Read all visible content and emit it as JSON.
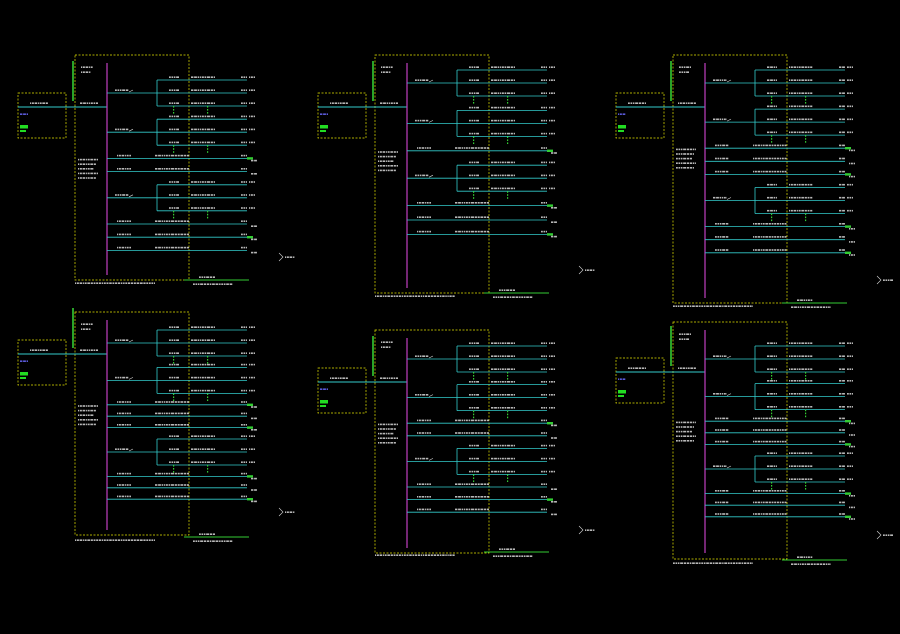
{
  "drawing": {
    "background": "#000000",
    "colors": {
      "boundary": "#e6e600",
      "bus": "#c040c0",
      "feeder": "#33cccc",
      "tag": "#33cc33",
      "text": "#d8d8d8",
      "incoming_fill": "#22dd22",
      "incoming_label": "#6a6aff"
    },
    "panels": [
      {
        "id": "panel-1",
        "has_vertical_tag": true,
        "branch_groups": [
          {
            "type": "fork",
            "taps": 3
          },
          {
            "type": "fork",
            "taps": 3
          },
          {
            "type": "single"
          },
          {
            "type": "single"
          },
          {
            "type": "fork",
            "taps": 3
          },
          {
            "type": "single"
          },
          {
            "type": "single"
          },
          {
            "type": "single"
          }
        ],
        "side_marks": 1
      },
      {
        "id": "panel-2",
        "has_vertical_tag": true,
        "branch_groups": [
          {
            "type": "fork",
            "taps": 3
          },
          {
            "type": "fork",
            "taps": 3
          },
          {
            "type": "single"
          },
          {
            "type": "fork",
            "taps": 3
          },
          {
            "type": "single"
          },
          {
            "type": "single"
          },
          {
            "type": "single"
          }
        ],
        "side_marks": 1
      },
      {
        "id": "panel-3",
        "has_vertical_tag": true,
        "branch_groups": [
          {
            "type": "fork",
            "taps": 3
          },
          {
            "type": "fork",
            "taps": 3
          },
          {
            "type": "single"
          },
          {
            "type": "single"
          },
          {
            "type": "single"
          },
          {
            "type": "fork",
            "taps": 3
          },
          {
            "type": "single"
          },
          {
            "type": "single"
          },
          {
            "type": "single"
          }
        ],
        "side_marks": 1
      },
      {
        "id": "panel-4",
        "has_vertical_tag": true,
        "branch_groups": [
          {
            "type": "fork",
            "taps": 3
          },
          {
            "type": "fork",
            "taps": 3
          },
          {
            "type": "single"
          },
          {
            "type": "single"
          },
          {
            "type": "single"
          },
          {
            "type": "fork",
            "taps": 3
          },
          {
            "type": "single"
          },
          {
            "type": "single"
          },
          {
            "type": "single"
          }
        ],
        "side_marks": 1
      },
      {
        "id": "panel-5",
        "has_vertical_tag": true,
        "branch_groups": [
          {
            "type": "fork",
            "taps": 3
          },
          {
            "type": "fork",
            "taps": 3
          },
          {
            "type": "single"
          },
          {
            "type": "single"
          },
          {
            "type": "fork",
            "taps": 3
          },
          {
            "type": "single"
          },
          {
            "type": "single"
          },
          {
            "type": "single"
          }
        ],
        "side_marks": 1
      },
      {
        "id": "panel-6",
        "has_vertical_tag": true,
        "branch_groups": [
          {
            "type": "fork",
            "taps": 3
          },
          {
            "type": "fork",
            "taps": 3
          },
          {
            "type": "single"
          },
          {
            "type": "single"
          },
          {
            "type": "single"
          },
          {
            "type": "fork",
            "taps": 3
          },
          {
            "type": "single"
          },
          {
            "type": "single"
          },
          {
            "type": "single"
          }
        ],
        "side_marks": 1
      }
    ]
  }
}
